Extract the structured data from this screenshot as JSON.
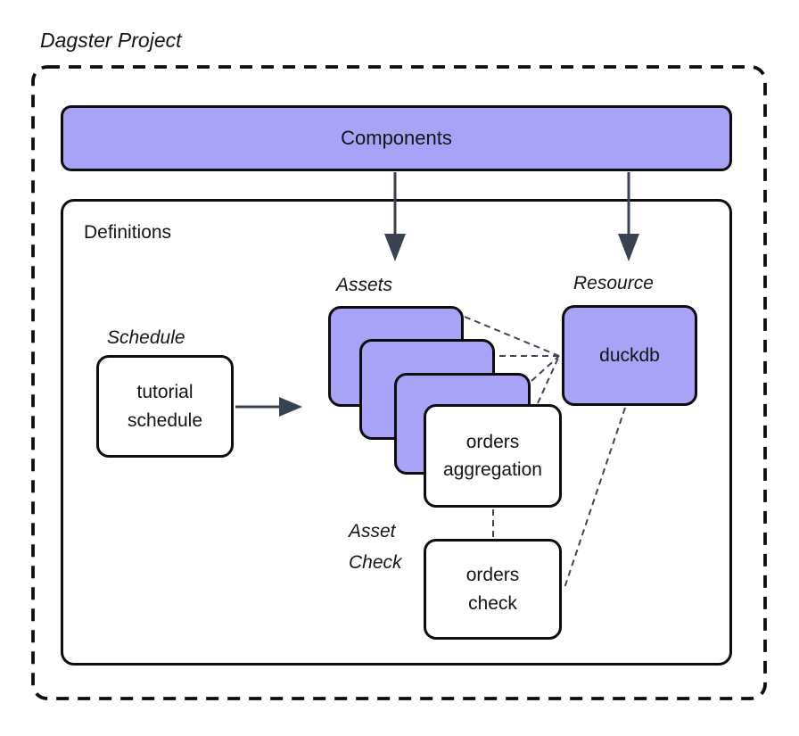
{
  "title": "Dagster Project",
  "components_bar": {
    "label": "Components"
  },
  "definitions": {
    "label": "Definitions",
    "schedule": {
      "group_label": "Schedule",
      "node_label": "tutorial\nschedule"
    },
    "assets": {
      "group_label": "Assets",
      "stack_count": 3,
      "front_node_label": "orders\naggregation"
    },
    "resource": {
      "group_label": "Resource",
      "node_label": "duckdb"
    },
    "asset_check": {
      "group_label": "Asset\nCheck",
      "node_label": "orders\ncheck"
    }
  },
  "connections": {
    "components_to_assets": "solid-arrow",
    "components_to_resource": "solid-arrow",
    "schedule_to_assets": "solid-arrow",
    "assets_to_duckdb": "dashed",
    "orders_aggregation_to_orders_check": "dashed",
    "duckdb_to_orders_check": "dashed"
  },
  "colors": {
    "node_fill_purple": "#A8A3F7",
    "node_border": "#0D0D0D",
    "solid_arrow": "#3A4150",
    "dashed_connector": "#3E4653",
    "text": "#141414"
  }
}
